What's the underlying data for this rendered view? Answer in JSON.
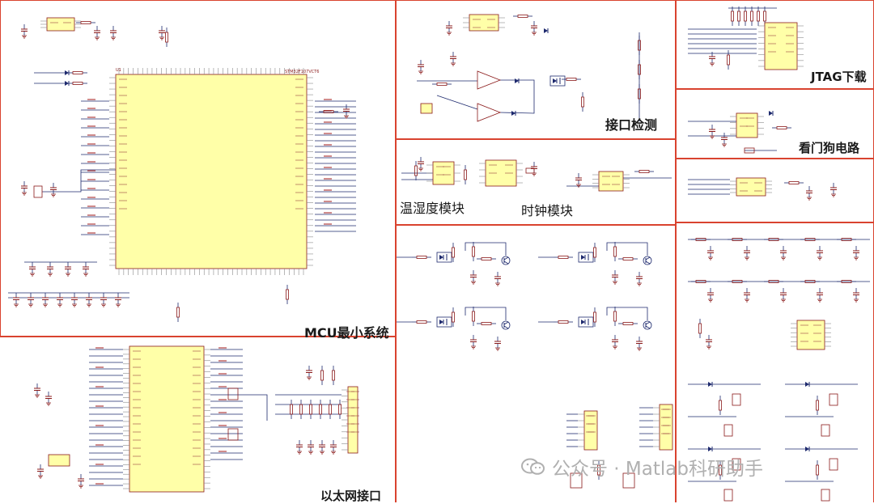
{
  "labels": {
    "mcu": "MCU最小系统",
    "interface_check": "接口检测",
    "jtag": "JTAG下载",
    "watchdog": "看门狗电路",
    "temp_humidity": "温湿度模块",
    "clock": "时钟模块",
    "ethernet": "以太网接口"
  },
  "mcu_chip": {
    "ref": "U1",
    "part": "STM32F107VCT6"
  },
  "watermark": {
    "text": "公众号 · Matlab科研助手"
  },
  "colors": {
    "border": "#d9432f",
    "wire": "#1e2a6e",
    "part": "#8b1a1a",
    "chip_fill": "#ffffa8",
    "pin": "#8a8a8a"
  }
}
